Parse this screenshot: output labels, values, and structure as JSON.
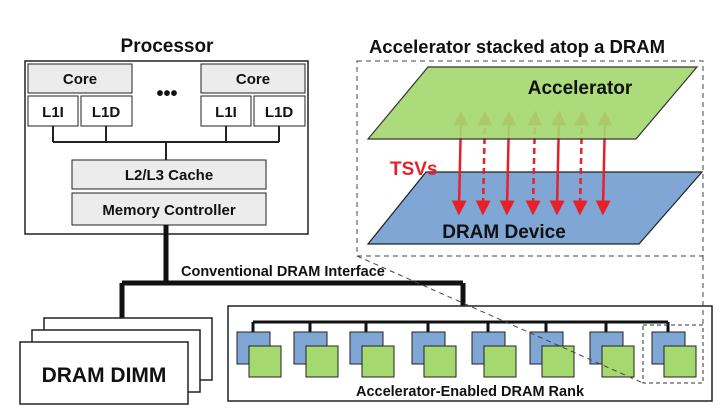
{
  "processor": {
    "title": "Processor",
    "core_left": "Core",
    "core_right": "Core",
    "ellipsis": "•••",
    "l1i_left": "L1I",
    "l1d_left": "L1D",
    "l1i_right": "L1I",
    "l1d_right": "L1D",
    "cache": "L2/L3 Cache",
    "controller": "Memory Controller"
  },
  "interface_label": "Conventional DRAM Interface",
  "dimm_label": "DRAM DIMM",
  "rank_label": "Accelerator-Enabled DRAM Rank",
  "stack": {
    "title": "Accelerator stacked atop a DRAM",
    "accelerator": "Accelerator",
    "dram_device": "DRAM Device",
    "tsvs": "TSVs"
  },
  "colors": {
    "accelerator_green": "#a6d870",
    "dram_blue": "#7fa6d4",
    "tsv_red": "#e8202a",
    "box_gray": "#ececec"
  }
}
